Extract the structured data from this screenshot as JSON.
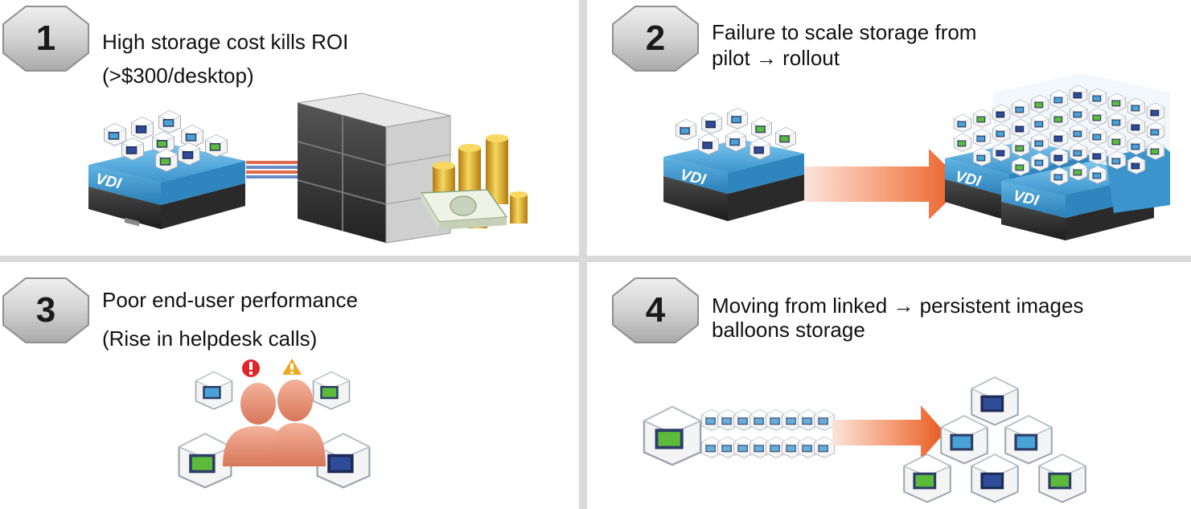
{
  "colors": {
    "divider": "#d9d9d9",
    "badge_fill": "#c8c8c8",
    "server_blue": "#4aa3d6",
    "arrow_orange": "#f06a35",
    "person_salmon": "#e8957a",
    "coin_gold": "#e2a81a"
  },
  "panels": [
    {
      "number": "1",
      "title": "High storage cost kills ROI",
      "subtitle": "(>$300/desktop)",
      "server_label": "VDI",
      "icons": [
        "vdi-server-icon",
        "storage-array-icon",
        "coin-stacks-icon",
        "money-stack-icon"
      ]
    },
    {
      "number": "2",
      "title": "Failure to scale storage from",
      "subtitle": "pilot → rollout",
      "server_label": "VDI",
      "server_label_2": "VDI",
      "server_label_3": "VDI",
      "icons": [
        "vdi-server-icon",
        "scale-arrow-icon",
        "vdi-cluster-icon"
      ]
    },
    {
      "number": "3",
      "title": "Poor end-user performance",
      "subtitle": "(Rise in helpdesk calls)",
      "icons": [
        "desktop-icon",
        "error-icon",
        "warning-icon",
        "users-icon"
      ]
    },
    {
      "number": "4",
      "title": "Moving  from linked → persistent images",
      "subtitle": "balloons storage",
      "icons": [
        "desktop-icon",
        "linked-clones-icon",
        "conversion-arrow-icon",
        "persistent-desktops-icon"
      ]
    }
  ]
}
